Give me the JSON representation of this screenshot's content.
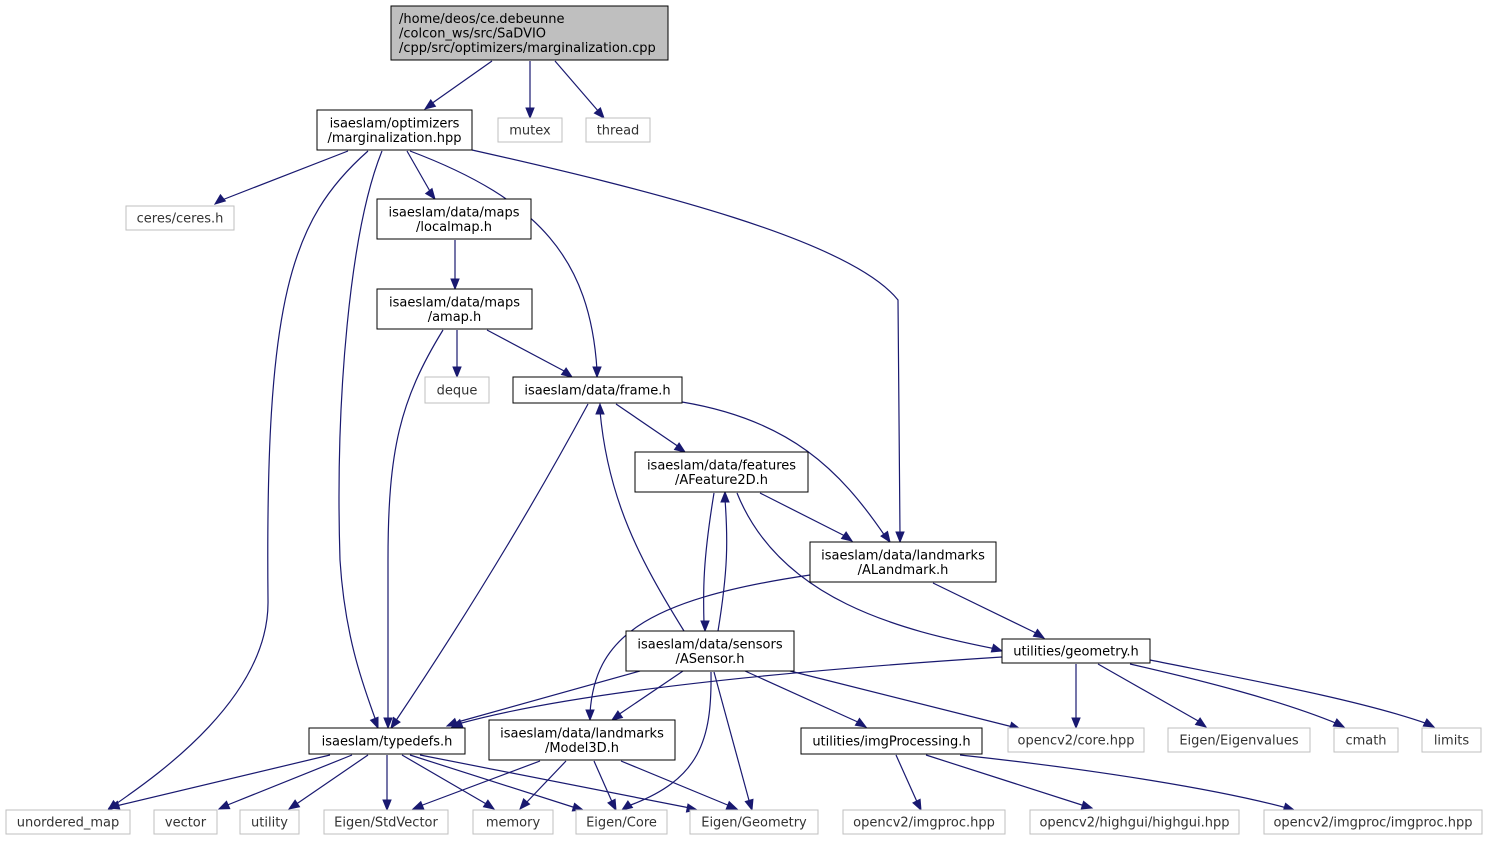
{
  "colors": {
    "edge": "#191970",
    "root_fill": "#bfbfbf",
    "internal_border": "#000000",
    "external_border": "#bfbfbf"
  },
  "nodes": {
    "root": {
      "lines": [
        "/home/deos/ce.debeunne",
        "/colcon_ws/src/SaDVIO",
        "/cpp/src/optimizers/marginalization.cpp"
      ],
      "kind": "root"
    },
    "marg_hpp": {
      "lines": [
        "isaeslam/optimizers",
        "/marginalization.hpp"
      ],
      "kind": "internal"
    },
    "mutex": {
      "lines": [
        "mutex"
      ],
      "kind": "external"
    },
    "thread": {
      "lines": [
        "thread"
      ],
      "kind": "external"
    },
    "ceres": {
      "lines": [
        "ceres/ceres.h"
      ],
      "kind": "external"
    },
    "localmap": {
      "lines": [
        "isaeslam/data/maps",
        "/localmap.h"
      ],
      "kind": "internal"
    },
    "amap": {
      "lines": [
        "isaeslam/data/maps",
        "/amap.h"
      ],
      "kind": "internal"
    },
    "deque": {
      "lines": [
        "deque"
      ],
      "kind": "external"
    },
    "frame": {
      "lines": [
        "isaeslam/data/frame.h"
      ],
      "kind": "internal"
    },
    "afeature": {
      "lines": [
        "isaeslam/data/features",
        "/AFeature2D.h"
      ],
      "kind": "internal"
    },
    "alandmark": {
      "lines": [
        "isaeslam/data/landmarks",
        "/ALandmark.h"
      ],
      "kind": "internal"
    },
    "asensor": {
      "lines": [
        "isaeslam/data/sensors",
        "/ASensor.h"
      ],
      "kind": "internal"
    },
    "geometry": {
      "lines": [
        "utilities/geometry.h"
      ],
      "kind": "internal"
    },
    "typedefs": {
      "lines": [
        "isaeslam/typedefs.h"
      ],
      "kind": "internal"
    },
    "model3d": {
      "lines": [
        "isaeslam/data/landmarks",
        "/Model3D.h"
      ],
      "kind": "internal"
    },
    "imgproc_h": {
      "lines": [
        "utilities/imgProcessing.h"
      ],
      "kind": "internal"
    },
    "cv_core": {
      "lines": [
        "opencv2/core.hpp"
      ],
      "kind": "external"
    },
    "eigenvalues": {
      "lines": [
        "Eigen/Eigenvalues"
      ],
      "kind": "external"
    },
    "cmath": {
      "lines": [
        "cmath"
      ],
      "kind": "external"
    },
    "limits": {
      "lines": [
        "limits"
      ],
      "kind": "external"
    },
    "unordered_map": {
      "lines": [
        "unordered_map"
      ],
      "kind": "external"
    },
    "vector": {
      "lines": [
        "vector"
      ],
      "kind": "external"
    },
    "utility": {
      "lines": [
        "utility"
      ],
      "kind": "external"
    },
    "stdvector": {
      "lines": [
        "Eigen/StdVector"
      ],
      "kind": "external"
    },
    "memory": {
      "lines": [
        "memory"
      ],
      "kind": "external"
    },
    "eigen_core": {
      "lines": [
        "Eigen/Core"
      ],
      "kind": "external"
    },
    "eigen_geometry": {
      "lines": [
        "Eigen/Geometry"
      ],
      "kind": "external"
    },
    "cv_imgproc": {
      "lines": [
        "opencv2/imgproc.hpp"
      ],
      "kind": "external"
    },
    "cv_highgui": {
      "lines": [
        "opencv2/highgui/highgui.hpp"
      ],
      "kind": "external"
    },
    "cv_imgproc2": {
      "lines": [
        "opencv2/imgproc/imgproc.hpp"
      ],
      "kind": "external"
    }
  },
  "edges": [
    [
      "root",
      "marg_hpp"
    ],
    [
      "root",
      "mutex"
    ],
    [
      "root",
      "thread"
    ],
    [
      "marg_hpp",
      "ceres"
    ],
    [
      "marg_hpp",
      "localmap"
    ],
    [
      "marg_hpp",
      "frame"
    ],
    [
      "marg_hpp",
      "alandmark"
    ],
    [
      "marg_hpp",
      "typedefs"
    ],
    [
      "marg_hpp",
      "unordered_map"
    ],
    [
      "localmap",
      "amap"
    ],
    [
      "amap",
      "deque"
    ],
    [
      "amap",
      "frame"
    ],
    [
      "amap",
      "typedefs"
    ],
    [
      "frame",
      "afeature"
    ],
    [
      "frame",
      "alandmark"
    ],
    [
      "frame",
      "typedefs"
    ],
    [
      "afeature",
      "alandmark"
    ],
    [
      "afeature",
      "asensor"
    ],
    [
      "afeature",
      "geometry"
    ],
    [
      "alandmark",
      "geometry"
    ],
    [
      "alandmark",
      "model3d"
    ],
    [
      "asensor",
      "frame"
    ],
    [
      "asensor",
      "afeature"
    ],
    [
      "asensor",
      "typedefs"
    ],
    [
      "asensor",
      "model3d"
    ],
    [
      "asensor",
      "imgproc_h"
    ],
    [
      "asensor",
      "cv_core"
    ],
    [
      "asensor",
      "eigen_core"
    ],
    [
      "asensor",
      "eigen_geometry"
    ],
    [
      "geometry",
      "typedefs"
    ],
    [
      "geometry",
      "cv_core"
    ],
    [
      "geometry",
      "eigenvalues"
    ],
    [
      "geometry",
      "cmath"
    ],
    [
      "geometry",
      "limits"
    ],
    [
      "typedefs",
      "unordered_map"
    ],
    [
      "typedefs",
      "vector"
    ],
    [
      "typedefs",
      "utility"
    ],
    [
      "typedefs",
      "stdvector"
    ],
    [
      "typedefs",
      "memory"
    ],
    [
      "typedefs",
      "eigen_core"
    ],
    [
      "typedefs",
      "eigen_geometry"
    ],
    [
      "model3d",
      "stdvector"
    ],
    [
      "model3d",
      "memory"
    ],
    [
      "model3d",
      "eigen_core"
    ],
    [
      "model3d",
      "eigen_geometry"
    ],
    [
      "imgproc_h",
      "cv_imgproc"
    ],
    [
      "imgproc_h",
      "cv_highgui"
    ],
    [
      "imgproc_h",
      "cv_imgproc2"
    ]
  ]
}
